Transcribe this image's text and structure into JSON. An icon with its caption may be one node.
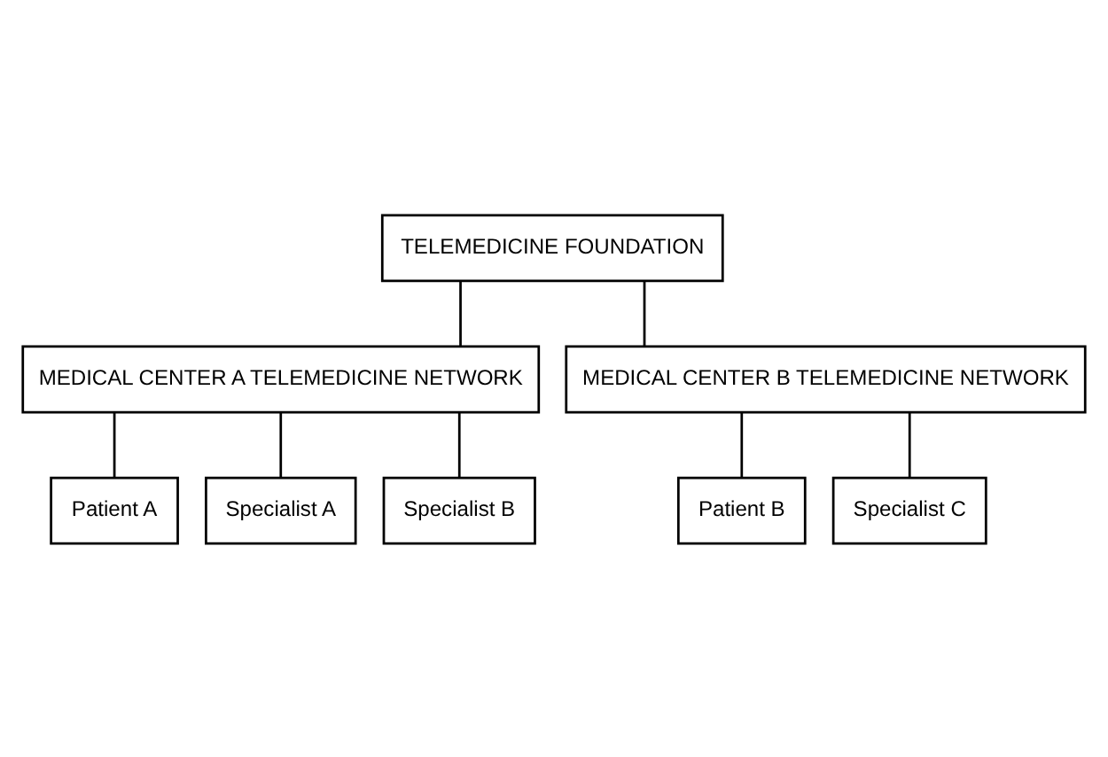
{
  "diagram": {
    "nodes": [
      {
        "text": [
          "TELEMEDICINE FOUNDATION"
        ]
      },
      {
        "text": [
          "MEDICAL CENTER A TELEMEDICINE NETWORK"
        ]
      },
      {
        "text": [
          "MEDICAL CENTER B TELEMEDICINE NETWORK"
        ]
      },
      {
        "text": [
          "Patient A"
        ]
      },
      {
        "text": [
          "Specialist A"
        ]
      },
      {
        "text": [
          "Specialist B"
        ]
      },
      {
        "text": [
          "Patient B"
        ]
      },
      {
        "text": [
          "Specialist C"
        ]
      }
    ],
    "edges": [
      {
        "from": 0,
        "to": 1,
        "arrow": "none"
      },
      {
        "from": 0,
        "to": 2,
        "arrow": "none"
      },
      {
        "from": 1,
        "to": 3,
        "arrow": "none"
      },
      {
        "from": 1,
        "to": 4,
        "arrow": "none"
      },
      {
        "from": 1,
        "to": 5,
        "arrow": "none"
      },
      {
        "from": 2,
        "to": 6,
        "arrow": "none"
      },
      {
        "from": 2,
        "to": 7,
        "arrow": "none"
      }
    ]
  }
}
